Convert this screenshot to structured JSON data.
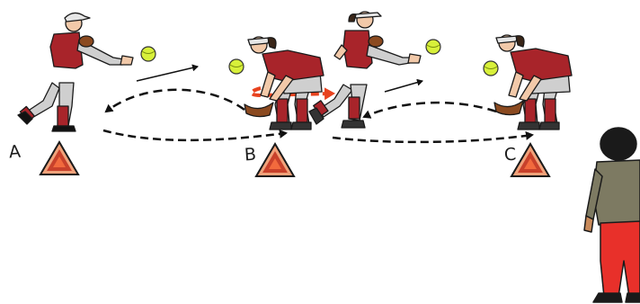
{
  "stations": [
    {
      "id": "A",
      "label": "A"
    },
    {
      "id": "B",
      "label": "B"
    },
    {
      "id": "C",
      "label": "C"
    }
  ],
  "colors": {
    "jersey": "#a8242a",
    "pants": "#cfcfcf",
    "cone_outer": "#c8412b",
    "cone_inner": "#f26a3d",
    "arrow_dashed": "#111111",
    "arrow_red": "#e8431f",
    "ball": "#d8f03a",
    "coach_shirt": "#7d7a62",
    "coach_pants": "#e8302a"
  }
}
